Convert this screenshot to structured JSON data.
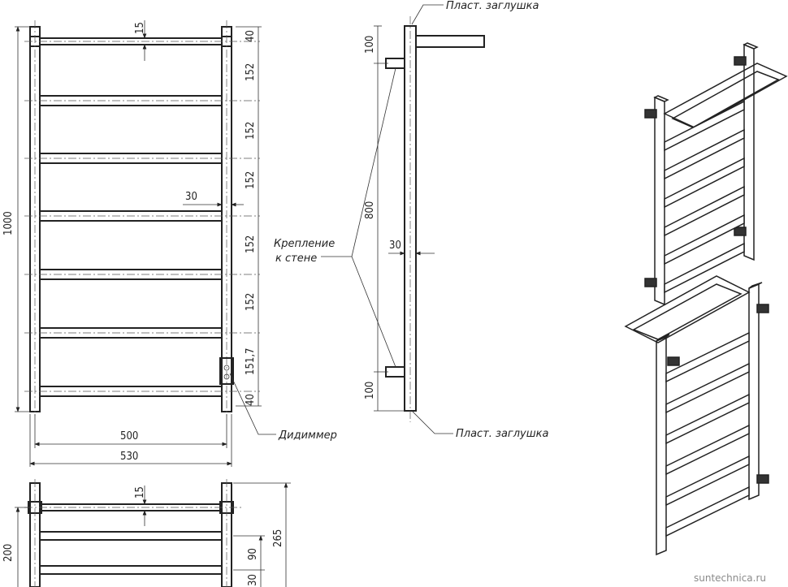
{
  "front_view": {
    "height_total": "1000",
    "rung_spacings": [
      "40",
      "152",
      "152",
      "152",
      "152",
      "152",
      "151,7",
      "40"
    ],
    "top_rung_thickness": "15",
    "rung_offset": "30",
    "width_inner": "500",
    "width_outer": "530"
  },
  "side_view": {
    "top_mount": "100",
    "mount_span": "800",
    "bottom_mount": "100",
    "depth": "30"
  },
  "top_view": {
    "shelf_thickness": "15",
    "depth_total": "265",
    "depth_rail": "200",
    "mid_spacing": "90",
    "bottom_spacing": "30"
  },
  "labels": {
    "cap_top": "Пласт. заглушка",
    "cap_bottom": "Пласт. заглушка",
    "wall_mount_line1": "Крепление",
    "wall_mount_line2": "к стене",
    "dimmer": "Диди­ммер"
  },
  "watermark": "suntechnica.ru"
}
